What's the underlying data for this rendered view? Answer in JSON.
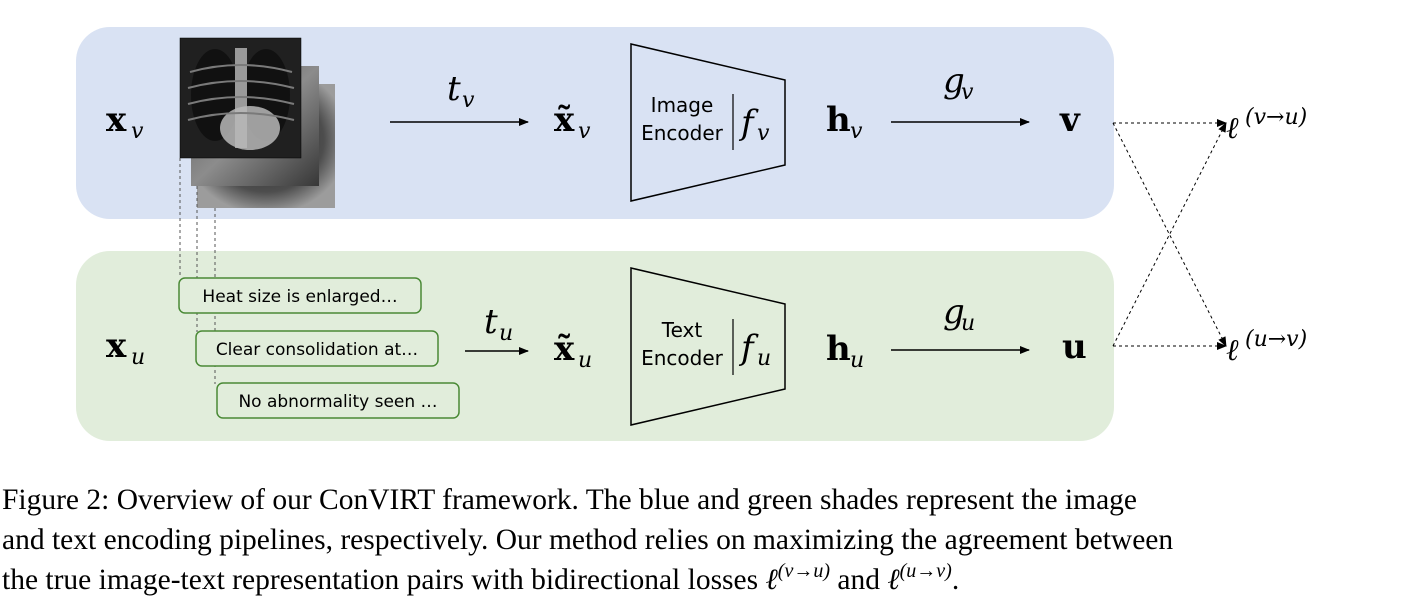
{
  "colors": {
    "image_pipeline": "#d9e2f3",
    "text_pipeline": "#e1eddb",
    "text_box_border": "#4a8a36",
    "xray_tint": "#3a3a3a"
  },
  "image_pipeline": {
    "input": "x",
    "input_sub": "v",
    "transform": "t",
    "transform_sub": "v",
    "augmented": "x̃",
    "augmented_sub": "v",
    "encoder_line1": "Image",
    "encoder_line2": "Encoder",
    "encoder_fn": "f",
    "encoder_fn_sub": "v",
    "hidden": "h",
    "hidden_sub": "v",
    "projection": "g",
    "projection_sub": "v",
    "output": "v"
  },
  "text_pipeline": {
    "input": "x",
    "input_sub": "u",
    "sentences": [
      "Heat size is enlarged…",
      "Clear consolidation at…",
      "No abnormality seen …"
    ],
    "transform": "t",
    "transform_sub": "u",
    "augmented": "x̃",
    "augmented_sub": "u",
    "encoder_line1": "Text",
    "encoder_line2": "Encoder",
    "encoder_fn": "f",
    "encoder_fn_sub": "u",
    "hidden": "h",
    "hidden_sub": "u",
    "projection": "g",
    "projection_sub": "u",
    "output": "u"
  },
  "losses": {
    "loss_symbol": "ℓ",
    "v_to_u": "(v→u)",
    "u_to_v": "(u→v)"
  },
  "caption": {
    "line1": "Figure 2: Overview of our ConVIRT framework.  The blue and green shades represent the image",
    "line2": "and text encoding pipelines, respectively. Our method relies on maximizing the agreement between",
    "line3_prefix": "the true image-text representation pairs with bidirectional losses ",
    "loss_symbol": "ℓ",
    "loss1_sup": "(v→u)",
    "joiner": " and ",
    "loss2_sup": "(u→v)",
    "end": "."
  }
}
